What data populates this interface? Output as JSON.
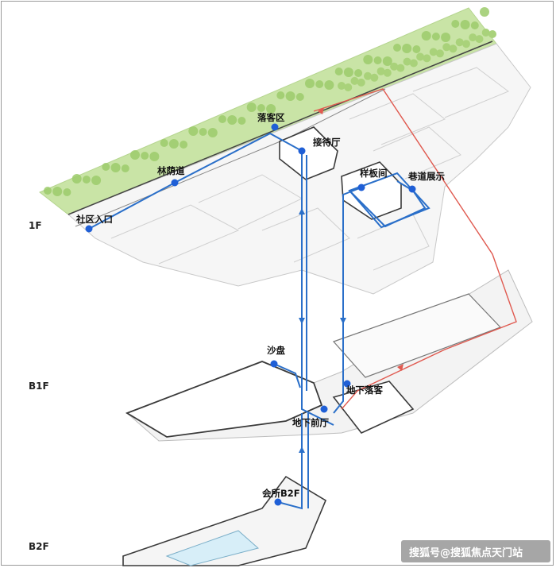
{
  "floors": {
    "f1": "1F",
    "b1": "B1F",
    "b2": "B2F"
  },
  "labels": {
    "community_entrance": "社区入口",
    "tree_avenue": "林荫道",
    "drop_off": "落客区",
    "reception": "接待厅",
    "model_room": "样板间",
    "lane_display": "巷道展示",
    "sand_table": "沙盘",
    "underground_drop_off": "地下落客",
    "underground_lobby": "地下前厅",
    "clubhouse_b2f": "会所B2F"
  },
  "watermark": "搜狐号@搜狐焦点天门站",
  "colors": {
    "route_blue": "#2a6fc9",
    "node_blue": "#1f5fd6",
    "car_route_red": "#e05a50",
    "green_belt": "#c9e4a6",
    "tree": "#9ccb6b",
    "outline": "#3a3a3a"
  }
}
